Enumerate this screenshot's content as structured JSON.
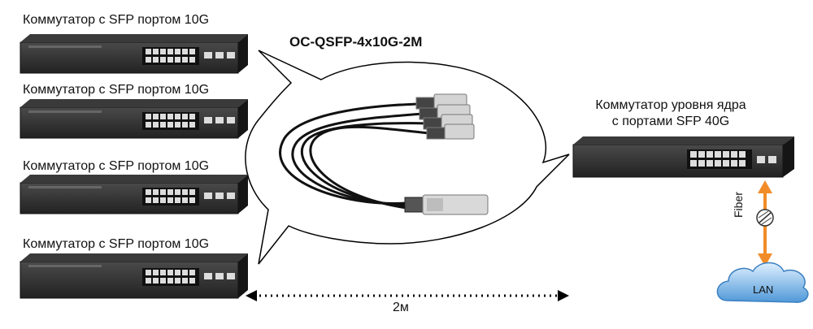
{
  "switch_labels": [
    "Коммутатор с SFP портом 10G",
    "Коммутатор с SFP портом 10G",
    "Коммутатор с SFP портом 10G",
    "Коммутатор с SFP портом 10G"
  ],
  "cable_model": "OC-QSFP-4x10G-2M",
  "core_switch_label_line1": "Коммутатор уровня ядра",
  "core_switch_label_line2": "с портами SFP 40G",
  "distance_label": "2м",
  "fiber_label": "Fiber",
  "lan_label": "LAN",
  "colors": {
    "switch_body": "#2a2a2a",
    "switch_front": "#1b1b1b",
    "port": "#dcdcdc",
    "fiber_arrow": "#f28c28",
    "cloud": "#5fa6e0"
  }
}
